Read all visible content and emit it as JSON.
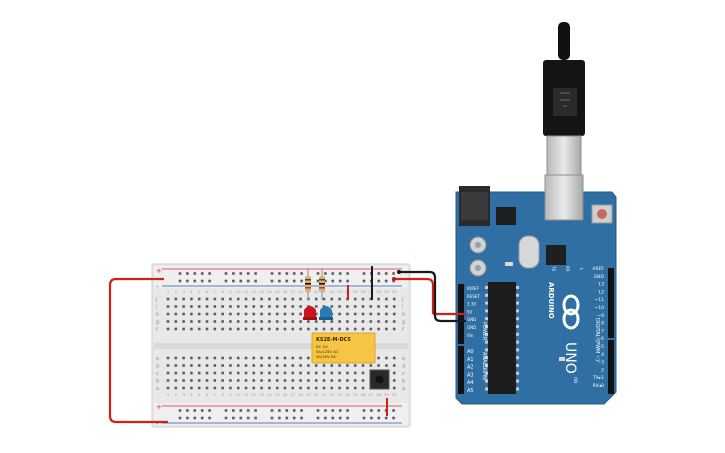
{
  "board": {
    "analog_in": "ANALOG IN",
    "power": "POWER",
    "brand": "ARDUINO",
    "model": "UNO",
    "digital": "DIGITAL (PWM ~)",
    "on_label": "ON",
    "tx_label": "TX",
    "rx_label": "RX",
    "l_label": "L",
    "power_pins": [
      "IOREF",
      "RESET",
      "3.3V",
      "5V",
      "GND",
      "GND",
      "Vin"
    ],
    "analog_pins": [
      "A0",
      "A1",
      "A2",
      "A3",
      "A4",
      "A5"
    ],
    "digital_pins": [
      "AREF",
      "GND",
      "13",
      "12",
      "~11",
      "~10",
      "~9",
      "8",
      "7",
      "~6",
      "~5",
      "4",
      "~3",
      "2",
      "TX▸1",
      "RX◂0"
    ]
  },
  "relay": {
    "model": "KS2E-M-DC5",
    "lines": [
      "DC 5V",
      "5A/125V AC",
      "2A/30V DC"
    ]
  },
  "breadboard": {
    "row_letters_top": [
      "j",
      "i",
      "h",
      "g",
      "f"
    ],
    "row_letters_bottom": [
      "e",
      "d",
      "c",
      "b",
      "a"
    ],
    "column_numbers": [
      "1",
      "2",
      "3",
      "4",
      "5",
      "6",
      "7",
      "8",
      "9",
      "10",
      "11",
      "12",
      "13",
      "14",
      "15",
      "16",
      "17",
      "18",
      "19",
      "20",
      "21",
      "22",
      "23",
      "24",
      "25",
      "26",
      "27",
      "28",
      "29",
      "30"
    ],
    "plus": "+",
    "minus": "-"
  },
  "colors": {
    "board": "#2f6fa3",
    "breadboard": "#ebebeb",
    "wire_red": "#d0201c",
    "wire_black": "#1a1a1a",
    "relay": "#f7c544",
    "led_red": "#c8161e",
    "led_blue": "#2b7bb9"
  },
  "icons": [
    "usb-cable-icon",
    "infinity-logo-icon"
  ]
}
